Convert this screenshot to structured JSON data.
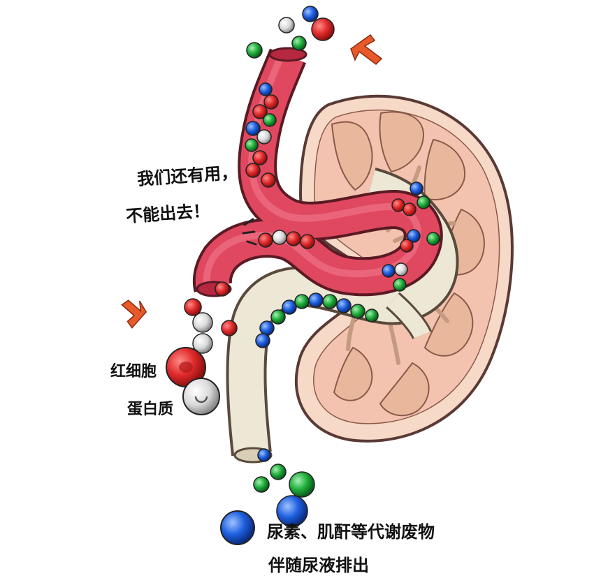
{
  "speech": {
    "line1": "我们还有用，",
    "line2": "不能出去！"
  },
  "labels": {
    "red_blood_cell": "红细胞",
    "protein": "蛋白质",
    "waste_line1": "尿素、肌酐等代谢废物",
    "waste_line2": "伴随尿液排出"
  },
  "colors": {
    "kidney_outer": "#f7d9c8",
    "kidney_cortex": "#f4c3b0",
    "pyramid": "#e9b89c",
    "outline": "#5a3a34",
    "blood_vessel": "#e0485f",
    "blood_vessel_dark": "#b5283f",
    "ureter": "#e9e4d4",
    "red_cell": "#e02a2a",
    "protein": "#dcdcdc",
    "blue_waste": "#1e5fe0",
    "green_waste": "#1fae3a",
    "arrow": "#e85a2a"
  },
  "icons": [
    "kidney-icon",
    "blood-vessel-icon",
    "ureter-icon",
    "arrow-icon",
    "red-blood-cell-icon",
    "protein-icon",
    "waste-molecule-icon"
  ]
}
